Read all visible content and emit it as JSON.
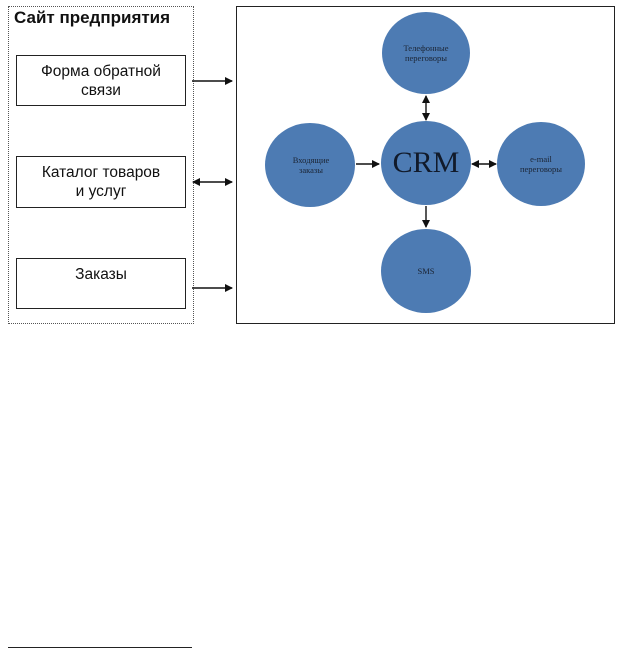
{
  "site": {
    "title": "Сайт предприятия",
    "boxes": {
      "feedback": "Форма обратной\nсвязи",
      "catalog": "Каталог товаров\nи услуг",
      "orders": "Заказы"
    }
  },
  "crm": {
    "center": "CRM",
    "phone": "Телефонные\nпереговоры",
    "incoming": "Входящие\nзаказы",
    "email": "e-mail\nпереговоры",
    "sms": "SMS"
  },
  "colors": {
    "node_fill": "#4d7bb3",
    "line": "#111111"
  }
}
